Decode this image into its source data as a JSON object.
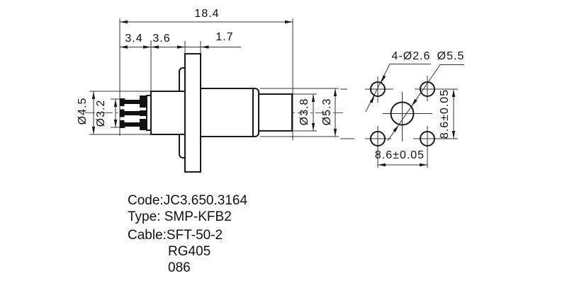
{
  "side_view": {
    "overall_length": "18.4",
    "interface_length": "3.4",
    "body_length": "3.6",
    "flange_thickness": "1.7",
    "interface_od": "Ø4.5",
    "socket_od": "Ø3.2",
    "shaft_od": "Ø3.8",
    "body_od": "Ø5.3"
  },
  "flange_view": {
    "mounting_holes": "4-Ø2.6",
    "center_hole": "Ø5.5",
    "hole_pitch_vertical": "8.6±0.05",
    "hole_pitch_horizontal": "8.6±0.05"
  },
  "title_block": {
    "code": "Code:JC3.650.3164",
    "type": "Type: SMP-KFB2",
    "cable": "Cable:SFT-50-2",
    "cable_alt1": "RG405",
    "cable_alt2": "086"
  },
  "colors": {
    "line": "#1a1a1a",
    "thin_line": "#333333",
    "centerline": "#555555",
    "background": "#ffffff"
  }
}
